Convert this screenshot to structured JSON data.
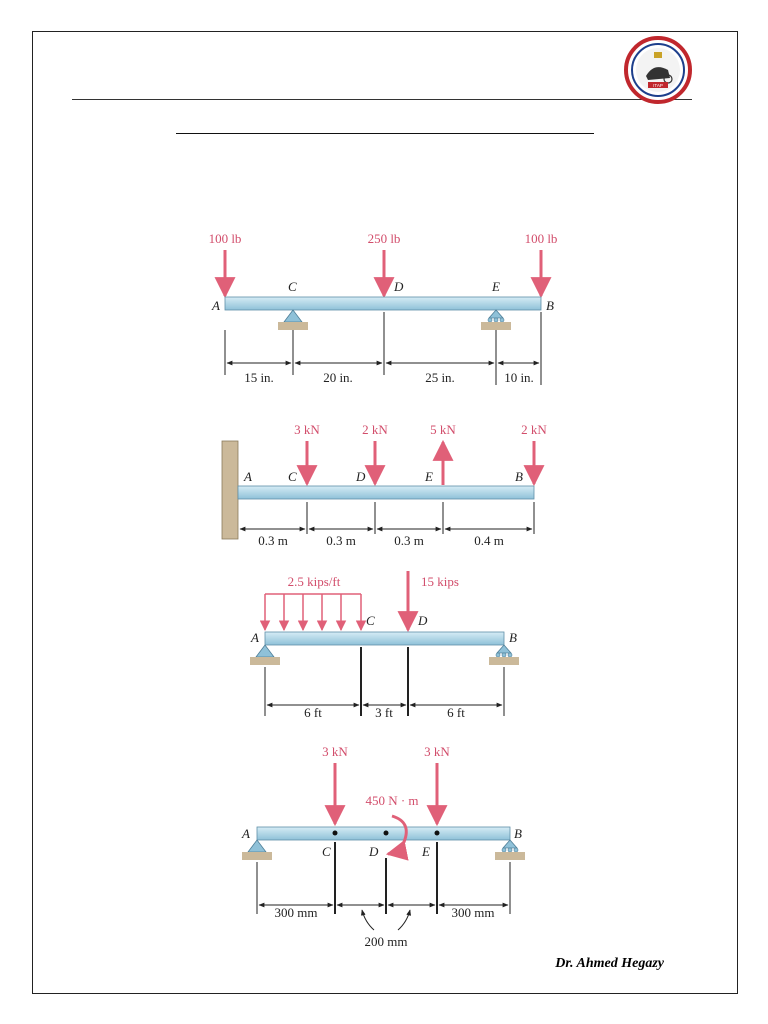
{
  "author": "Dr. Ahmed Hegazy",
  "logo": {
    "text": "ITAP"
  },
  "colors": {
    "load": "#e06078",
    "beam": "#b9dcea",
    "support": "#7fb2cc",
    "ground": "#cbb99a"
  },
  "beam1": {
    "loads": [
      "100 lb",
      "250 lb",
      "100 lb"
    ],
    "points": [
      "A",
      "C",
      "D",
      "E",
      "B"
    ],
    "dims": [
      "15 in.",
      "20 in.",
      "25 in.",
      "10 in."
    ]
  },
  "beam2": {
    "loads": [
      "3 kN",
      "2 kN",
      "5 kN",
      "2 kN"
    ],
    "points": [
      "A",
      "C",
      "D",
      "E",
      "B"
    ],
    "dims": [
      "0.3 m",
      "0.3 m",
      "0.3 m",
      "0.4 m"
    ]
  },
  "beam3": {
    "loads": [
      "2.5 kips/ft",
      "15 kips"
    ],
    "points": [
      "A",
      "C",
      "D",
      "B"
    ],
    "dims": [
      "6 ft",
      "3 ft",
      "6 ft"
    ]
  },
  "beam4": {
    "loads": [
      "3 kN",
      "3 kN",
      "450 N · m"
    ],
    "points": [
      "A",
      "C",
      "D",
      "E",
      "B"
    ],
    "dims": [
      "300 mm",
      "300 mm",
      "200 mm"
    ]
  }
}
